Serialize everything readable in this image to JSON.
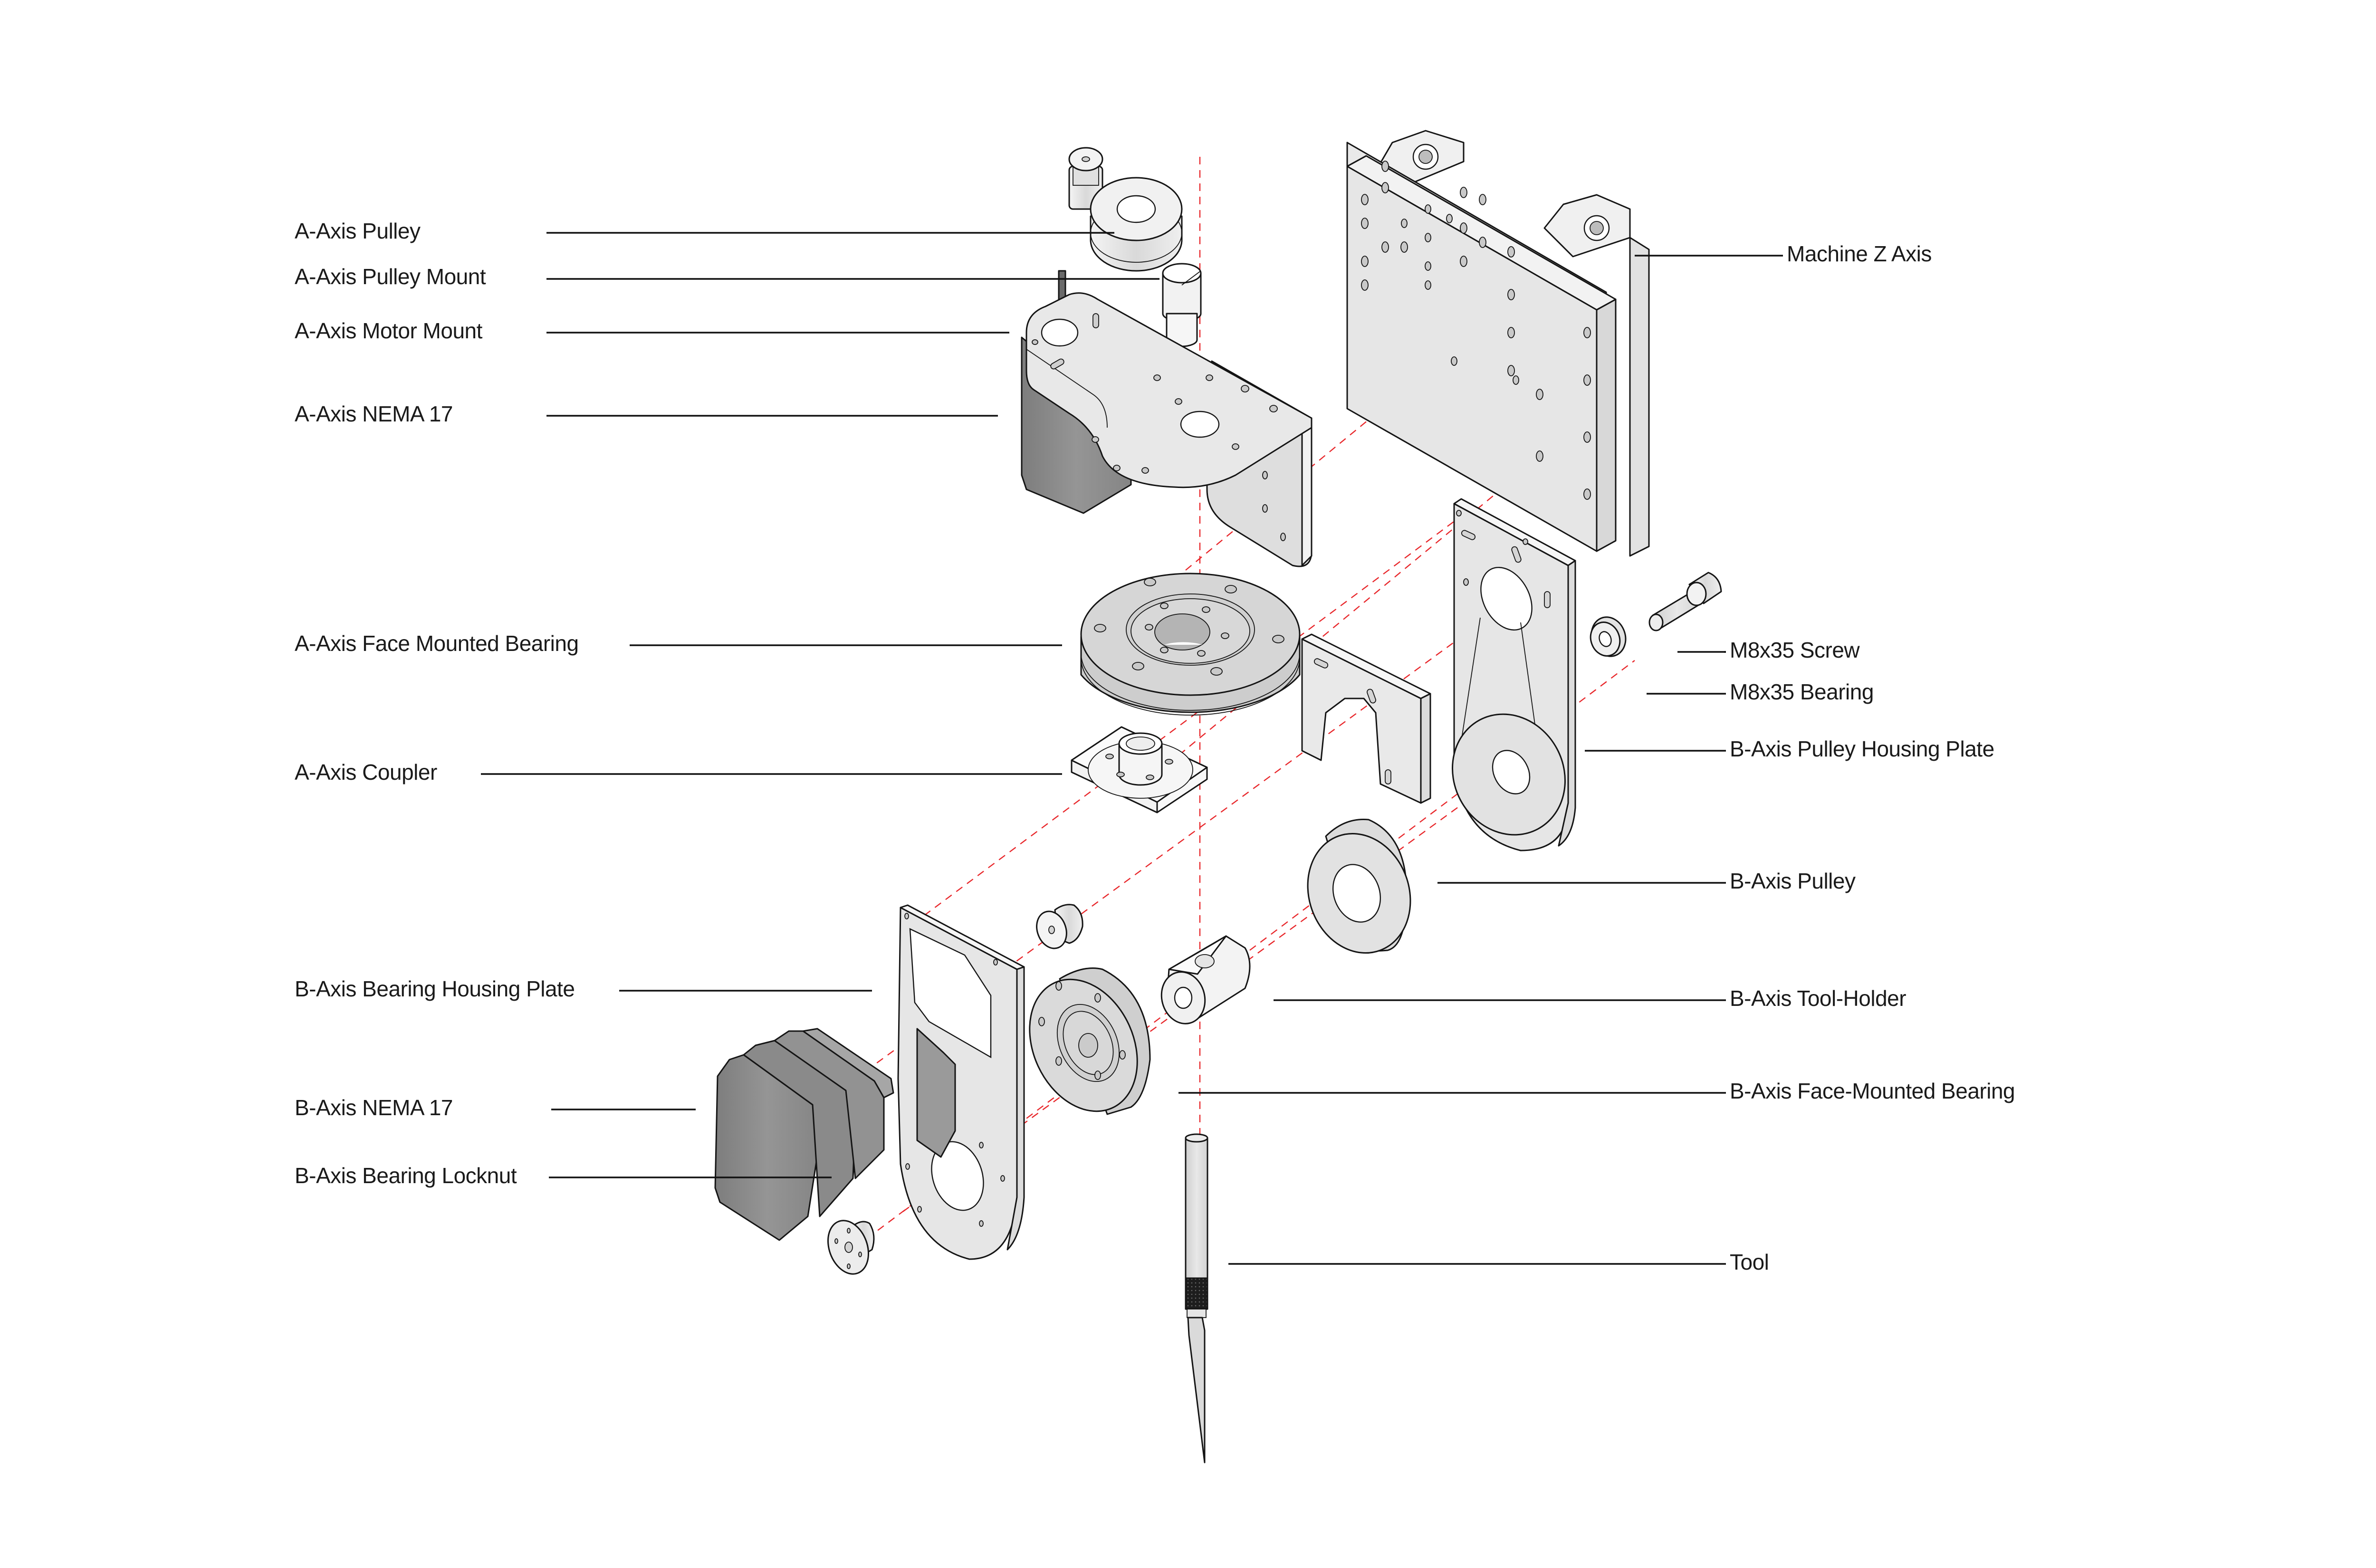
{
  "diagram": {
    "type": "exploded-assembly-view",
    "colors": {
      "background": "#ffffff",
      "label_text": "#1a1a1a",
      "leader_line": "#111111",
      "assembly_axis": "#e8262a",
      "part_light": "#e6e6e6",
      "part_mid": "#d3d3d3",
      "motor_body": "#8f8f8f"
    },
    "labels_left": [
      {
        "id": "a-axis-pulley",
        "text": "A-Axis Pulley"
      },
      {
        "id": "a-axis-pulley-mount",
        "text": "A-Axis Pulley Mount"
      },
      {
        "id": "a-axis-motor-mount",
        "text": "A-Axis Motor Mount"
      },
      {
        "id": "a-axis-nema-17",
        "text": "A-Axis NEMA 17"
      },
      {
        "id": "a-axis-face-mounted-bearing",
        "text": "A-Axis Face Mounted Bearing"
      },
      {
        "id": "a-axis-coupler",
        "text": "A-Axis Coupler"
      },
      {
        "id": "b-axis-bearing-housing-plate",
        "text": "B-Axis Bearing Housing Plate"
      },
      {
        "id": "b-axis-nema-17",
        "text": "B-Axis NEMA 17"
      },
      {
        "id": "b-axis-bearing-locknut",
        "text": "B-Axis Bearing Locknut"
      }
    ],
    "labels_right": [
      {
        "id": "machine-z-axis",
        "text": "Machine Z Axis"
      },
      {
        "id": "m8x35-screw",
        "text": "M8x35 Screw"
      },
      {
        "id": "m8x35-bearing",
        "text": "M8x35 Bearing"
      },
      {
        "id": "b-axis-pulley-housing-plate",
        "text": "B-Axis Pulley Housing Plate"
      },
      {
        "id": "b-axis-pulley",
        "text": "B-Axis Pulley"
      },
      {
        "id": "b-axis-tool-holder",
        "text": "B-Axis Tool-Holder"
      },
      {
        "id": "b-axis-face-mounted-bearing",
        "text": "B-Axis Face-Mounted Bearing"
      },
      {
        "id": "tool",
        "text": "Tool"
      }
    ]
  }
}
